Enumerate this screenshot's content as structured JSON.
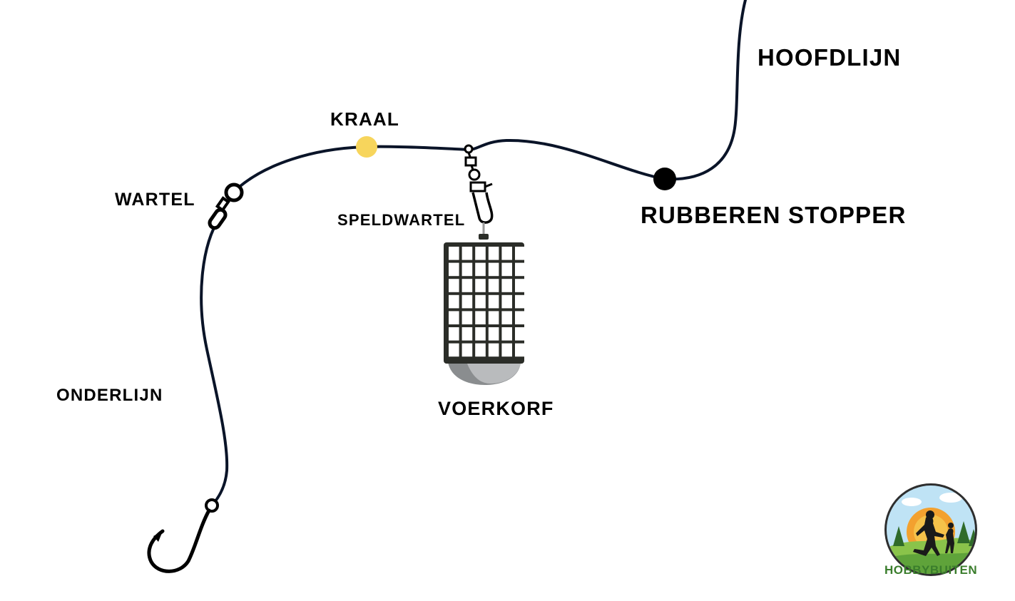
{
  "labels": {
    "hoofdlijn": "HOOFDLIJN",
    "kraal": "KRAAL",
    "wartel": "WARTEL",
    "speldwartel": "SPELDWARTEL",
    "rubberen_stopper": "RUBBEREN STOPPER",
    "onderlijn": "ONDERLIJN",
    "voerkorf": "VOERKORF"
  },
  "logo": {
    "brand": "HOBBYBUITEN"
  },
  "colors": {
    "line": "#0a1428",
    "bead": "#f7d55c",
    "stopper": "#000000",
    "feeder_frame": "#2b2d28",
    "feeder_weight": "#8a8d8f",
    "brand_green": "#3a7d2c"
  }
}
